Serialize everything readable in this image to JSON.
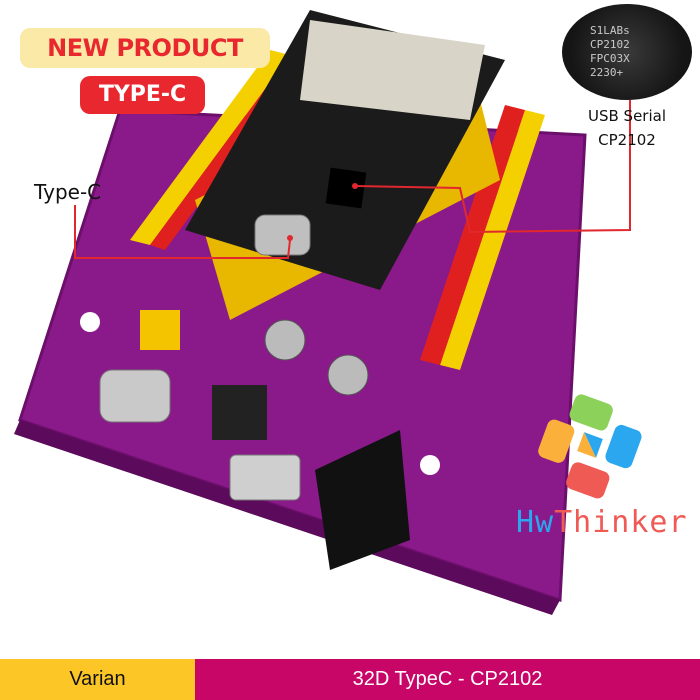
{
  "badges": {
    "new_product": "NEW PRODUCT",
    "type_c": "TYPE-C"
  },
  "callouts": {
    "type_c": "Type-C",
    "usb_serial_line1": "USB Serial",
    "usb_serial_line2": "CP2102"
  },
  "chip_marking": [
    "S1LABs",
    "CP2102",
    "FPC03X",
    "2230+"
  ],
  "logo": {
    "part1": "Hw",
    "part2": "Thinker",
    "colors": {
      "green": "#8cd15a",
      "blue": "#2aa7ef",
      "orange": "#fbb03b",
      "red": "#ef5a55"
    }
  },
  "footer": {
    "variant_label": "Varian",
    "variant_value": "32D TypeC - CP2102"
  },
  "colors": {
    "board": "#8a1a8a",
    "footer_left": "#fcc726",
    "footer_right": "#c70668",
    "accent_red": "#e8282e"
  }
}
